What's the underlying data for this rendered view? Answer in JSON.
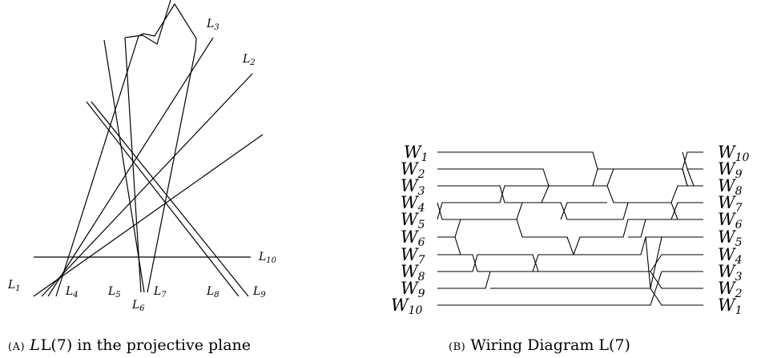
{
  "figure_a": {
    "caption_tag": "(A)",
    "caption_text": "L(7) in the projective plane",
    "line_labels": {
      "L1": {
        "letter": "L",
        "sub": "1"
      },
      "L2": {
        "letter": "L",
        "sub": "2"
      },
      "L3": {
        "letter": "L",
        "sub": "3"
      },
      "L4": {
        "letter": "L",
        "sub": "4"
      },
      "L5": {
        "letter": "L",
        "sub": "5"
      },
      "L6": {
        "letter": "L",
        "sub": "6"
      },
      "L7": {
        "letter": "L",
        "sub": "7"
      },
      "L8": {
        "letter": "L",
        "sub": "8"
      },
      "L9": {
        "letter": "L",
        "sub": "9"
      },
      "L10": {
        "letter": "L",
        "sub": "10"
      }
    }
  },
  "figure_b": {
    "caption_tag": "(B)",
    "caption_text": "Wiring Diagram L(7)",
    "left_labels": [
      {
        "letter": "W",
        "sub": "1"
      },
      {
        "letter": "W",
        "sub": "2"
      },
      {
        "letter": "W",
        "sub": "3"
      },
      {
        "letter": "W",
        "sub": "4"
      },
      {
        "letter": "W",
        "sub": "5"
      },
      {
        "letter": "W",
        "sub": "6"
      },
      {
        "letter": "W",
        "sub": "7"
      },
      {
        "letter": "W",
        "sub": "8"
      },
      {
        "letter": "W",
        "sub": "9"
      },
      {
        "letter": "W",
        "sub": "10"
      }
    ],
    "right_labels": [
      {
        "letter": "W",
        "sub": "10"
      },
      {
        "letter": "W",
        "sub": "9"
      },
      {
        "letter": "W",
        "sub": "8"
      },
      {
        "letter": "W",
        "sub": "7"
      },
      {
        "letter": "W",
        "sub": "6"
      },
      {
        "letter": "W",
        "sub": "5"
      },
      {
        "letter": "W",
        "sub": "4"
      },
      {
        "letter": "W",
        "sub": "3"
      },
      {
        "letter": "W",
        "sub": "2"
      },
      {
        "letter": "W",
        "sub": "1"
      }
    ]
  }
}
